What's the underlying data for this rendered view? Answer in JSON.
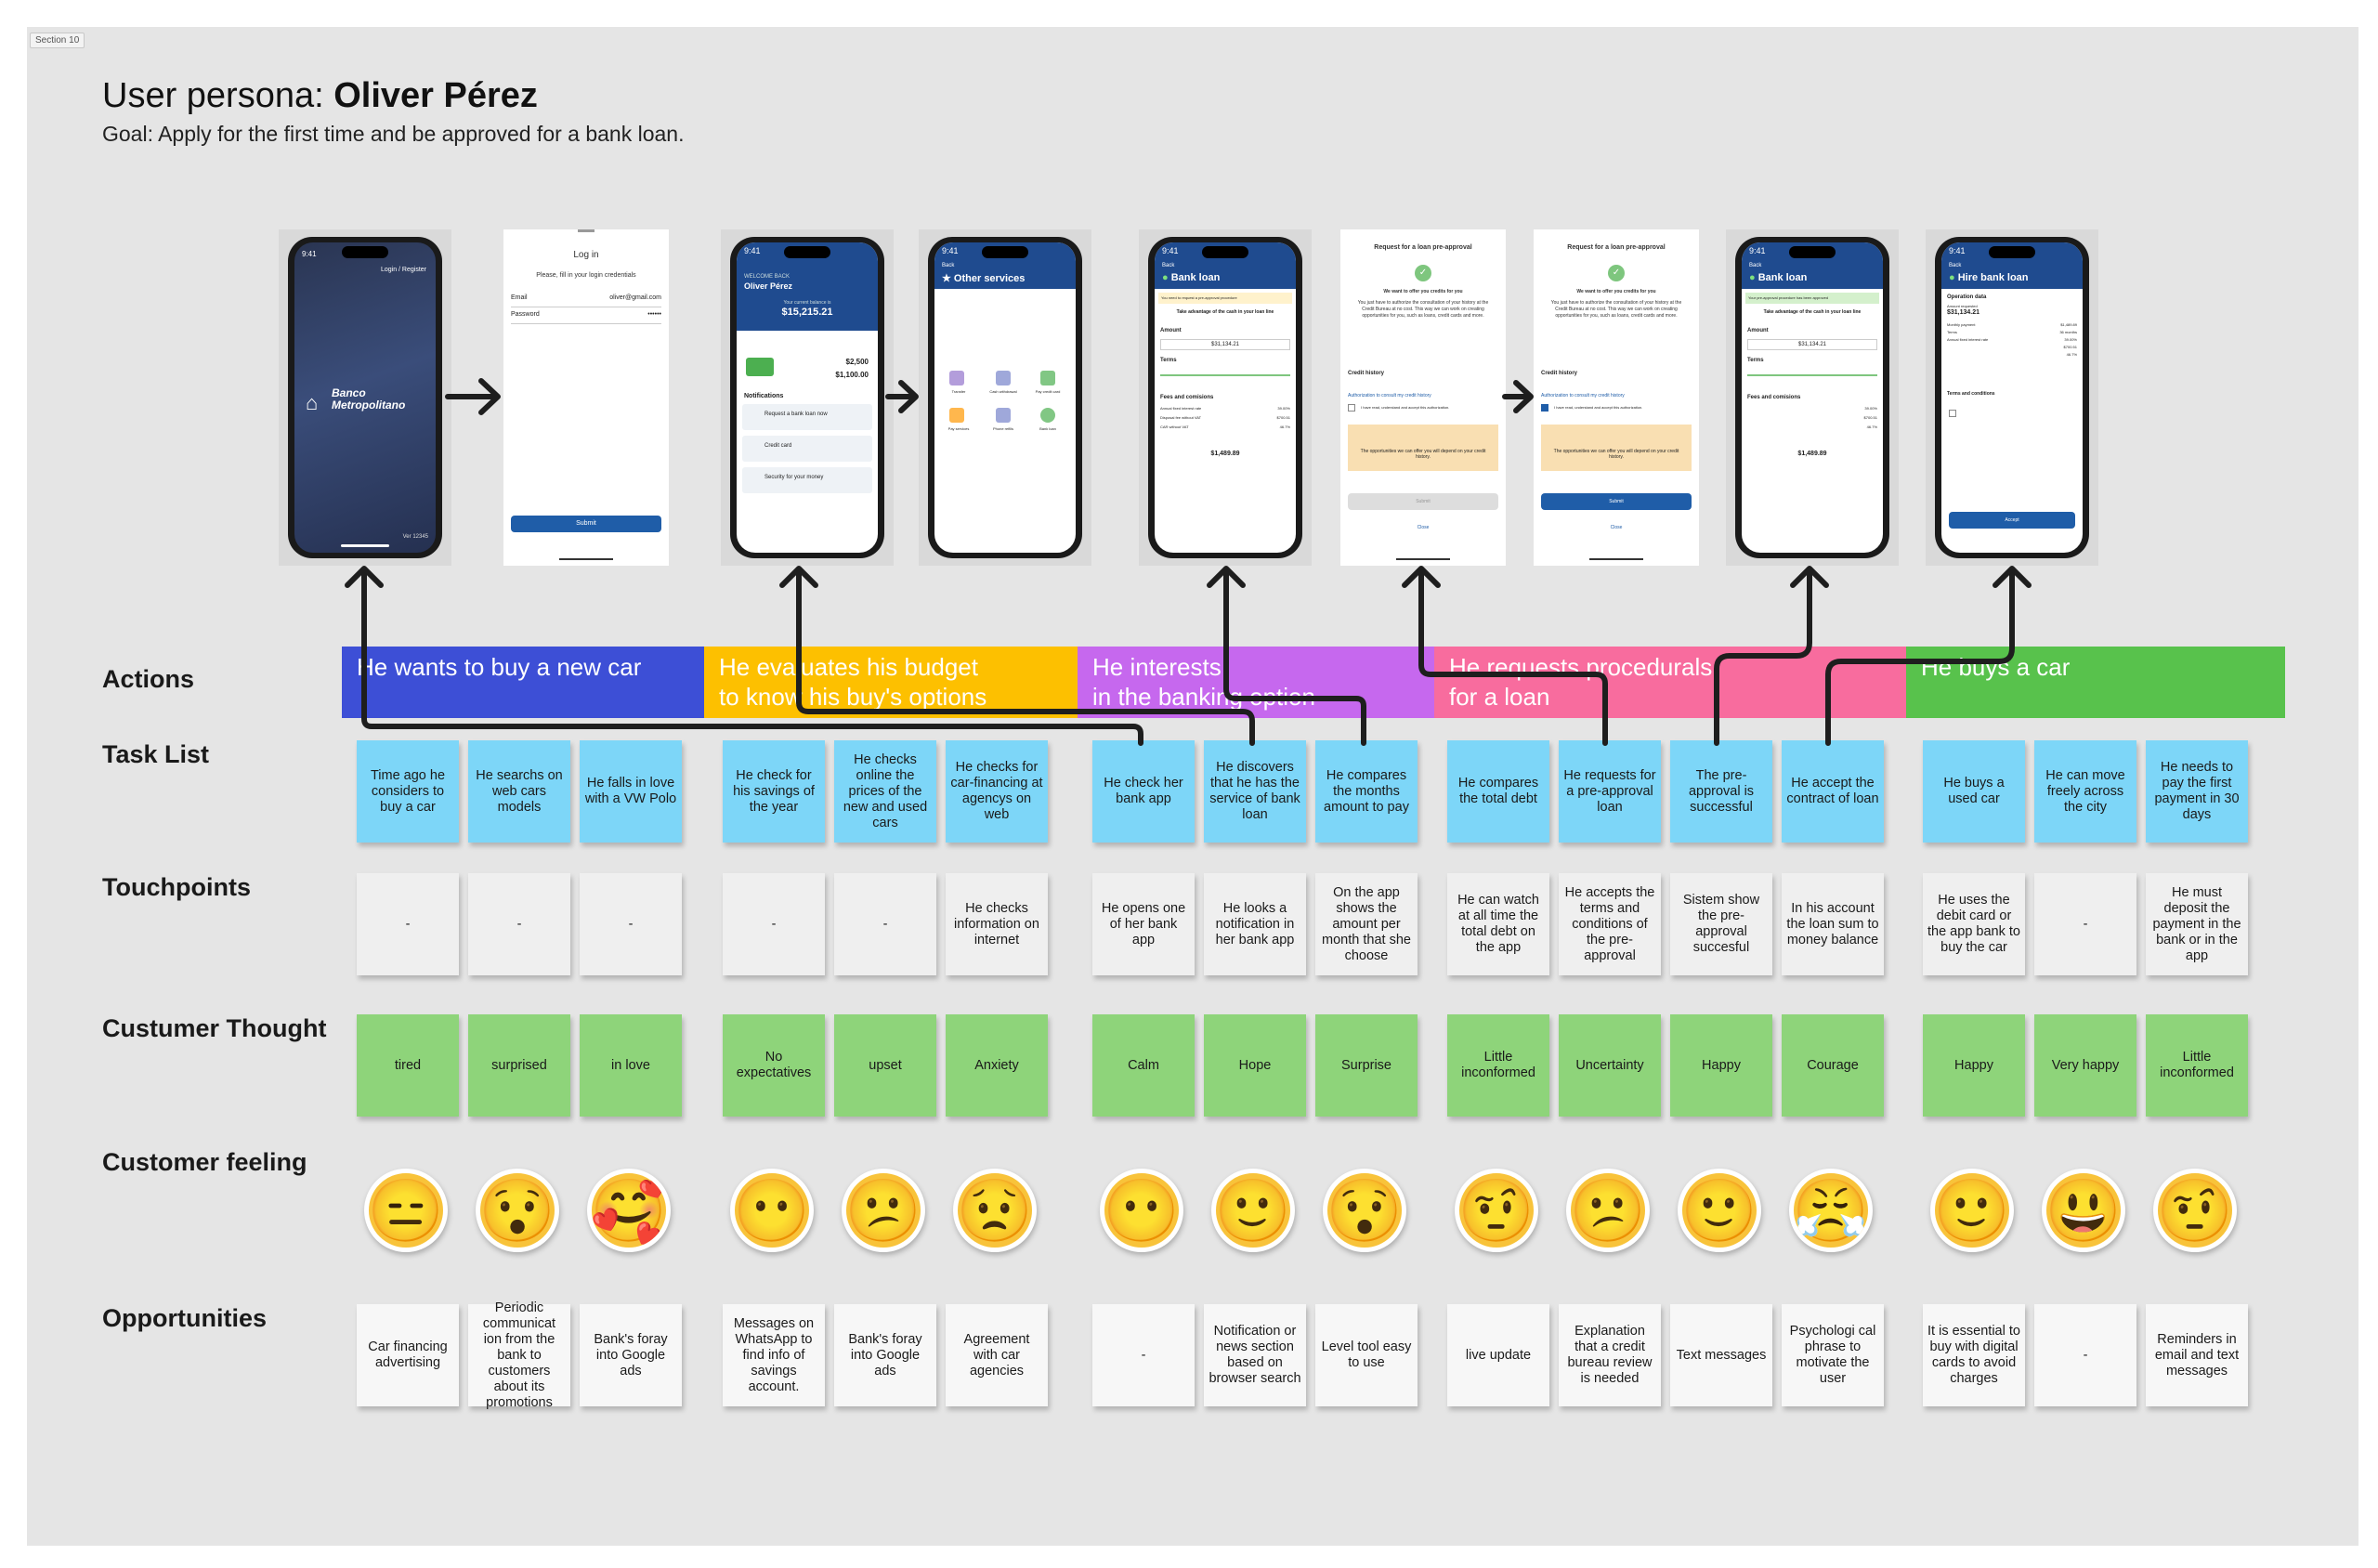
{
  "section_tag": "Section 10",
  "title": {
    "prefix": "User persona: ",
    "name": "Oliver Pérez"
  },
  "goal": "Goal: Apply for the first time and be approved for a bank loan.",
  "row_labels": {
    "actions": "Actions",
    "tasks": "Task List",
    "touchpoints": "Touchpoints",
    "thought": "Custumer Thought",
    "feeling": "Customer feeling",
    "opportunities": "Opportunities"
  },
  "colors": {
    "canvas": "#e5e5e5",
    "act_blue": "#3d4fd6",
    "act_yellow": "#fdc000",
    "act_purple": "#c668ee",
    "act_pink": "#f86c9e",
    "act_green": "#58c24c",
    "task": "#7dd6f8",
    "touch": "#efefef",
    "thought": "#8ed47a",
    "opp": "#f7f7f7",
    "bank_header": "#1f4b8f"
  },
  "actions": [
    {
      "line1": "He wants to buy a new car",
      "line2": ""
    },
    {
      "line1": "He evaluates his budget",
      "line2": "to know his buy's options"
    },
    {
      "line1": "He interests",
      "line2": "in the banking option"
    },
    {
      "line1": "He requests procedurals",
      "line2": "for a loan"
    },
    {
      "line1": "He buys a car",
      "line2": ""
    }
  ],
  "tasks": [
    "Time ago he considers to buy a car",
    "He searchs on web cars models",
    "He falls in love with a VW Polo",
    "He check for his savings of the year",
    "He checks online the prices of the new and used cars",
    "He checks for car-financing at agencys on web",
    "He check her bank app",
    "He discovers that he has the service of bank loan",
    "He compares the months amount to pay",
    "He compares the total debt",
    "He requests for a pre-approval loan",
    "The pre-approval is successful",
    "He accept the contract of loan",
    "He buys a used car",
    "He can move freely across the city",
    "He needs to pay the first payment in 30 days"
  ],
  "touchpoints": [
    "-",
    "-",
    "-",
    "-",
    "-",
    "He checks information on internet",
    "He opens one of her bank app",
    "He looks a notification in her bank app",
    "On the app shows the amount per month that she choose",
    "He can watch at all time the total debt on the app",
    "He accepts the terms and conditions of the pre-approval",
    "Sistem show the pre-approval succesful",
    "In his account the loan sum to money balance",
    "He uses the debit card or the app bank to buy the car",
    "-",
    "He must deposit the payment in the bank or in the app"
  ],
  "thoughts": [
    "tired",
    "surprised",
    "in love",
    "No expectatives",
    "upset",
    "Anxiety",
    "Calm",
    "Hope",
    "Surprise",
    "Little inconformed",
    "Uncertainty",
    "Happy",
    "Courage",
    "Happy",
    "Very happy",
    "Little inconformed"
  ],
  "feelings": [
    "expressionless-face-icon",
    "hushed-face-icon",
    "smiling-face-with-hearts-icon",
    "face-without-mouth-icon",
    "confused-face-icon",
    "worried-face-icon",
    "face-without-mouth-icon",
    "slightly-smiling-face-icon",
    "hushed-face-icon",
    "face-with-raised-eyebrow-icon",
    "confused-face-icon",
    "slightly-smiling-face-icon",
    "face-with-steam-icon",
    "slightly-smiling-face-icon",
    "grinning-face-icon",
    "face-with-raised-eyebrow-icon"
  ],
  "opportunities": [
    "Car financing advertising",
    "Periodic communicat ion from the bank to customers about its promotions",
    "Bank's foray into Google ads",
    "Messages on WhatsApp to find info of savings account.",
    "Bank's foray into Google ads",
    "Agreement with car agencies",
    "-",
    "Notification or news section based on browser search",
    "Level tool easy to use",
    "live update",
    "Explanation that a credit bureau review is needed",
    "Text messages",
    "Psychologi cal phrase to motivate the user",
    "It is essential to buy with digital cards to avoid charges",
    "-",
    "Reminders in email and text messages"
  ],
  "screens": {
    "s1": {
      "status": "9:41",
      "corner": "Login / Register",
      "brand1": "Banco",
      "brand2": "Metropolitano",
      "footer": "Ver 12345"
    },
    "s2": {
      "title": "Log in",
      "sub": "Please, fill in your login credentials",
      "email_label": "Email",
      "email_value": "oliver@gmail.com",
      "password_label": "Password",
      "password_value": "••••••",
      "button": "Submit"
    },
    "s3": {
      "status": "9:41",
      "welcome": "WELCOME BACK",
      "name": "Oliver Pérez",
      "balance_label": "Your current balance is",
      "balance": "$15,215.21",
      "limit1": "$2,500",
      "limit2": "$1,100.00",
      "notif": "Notifications",
      "n1": "Request a bank loan now",
      "n2": "Credit card",
      "n3": "Security for your money"
    },
    "s4": {
      "status": "9:41",
      "back": "Back",
      "title": "Other services",
      "i1": "Transfer",
      "i2": "Cash withdrawal",
      "i3": "Pay credit card",
      "i4": "Pay services",
      "i5": "Phone refills",
      "i6": "Bank loan"
    },
    "s5": {
      "status": "9:41",
      "back": "Back",
      "title": "Bank loan",
      "warn": "You need to request a pre-approval procedure",
      "lead": "Take advantage of the cash in your loan line",
      "amount": "Amount",
      "amount_v": "$31,134.21",
      "terms": "Terms",
      "fees": "Fees and comisions",
      "f1": "Annual fixed interest rate",
      "f1v": "39.00%",
      "f2": "Disposal fee without VAT",
      "f2v": "$700.51",
      "f3": "CAR without VAT",
      "f3v": "46.7%",
      "monthly": "$1,489.89"
    },
    "s6": {
      "title": "Request for a loan pre-approval",
      "want": "We want to offer you credits for you",
      "body": "You just have to authorize the consultation of your history at the Credit Bureau at no cost. This way we can work on creating opportunities for you, such as loans, credit cards and more.",
      "history": "Credit history",
      "link": "Authorization to consult my credit history",
      "check": "I have read, understand and accept this authorization.",
      "alert": "The opportunities we can offer you will depend on your credit history.",
      "submit": "Submit",
      "close": "Close"
    },
    "s7": {
      "title": "Request for a loan pre-approval",
      "want": "We want to offer you credits for you",
      "body": "You just have to authorize the consultation of your history at the Credit Bureau at no cost. This way we can work on creating opportunities for you, such as loans, credit cards and more.",
      "history": "Credit history",
      "link": "Authorization to consult my credit history",
      "check": "I have read, understand and accept this authorization.",
      "alert": "The opportunities we can offer you will depend on your credit history.",
      "submit": "Submit",
      "close": "Close"
    },
    "s8": {
      "status": "9:41",
      "back": "Back",
      "title": "Bank loan",
      "ok": "Your pre-approval procedure has been approved",
      "lead": "Take advantage of the cash in your loan line",
      "amount": "Amount",
      "amount_v": "$31,134.21",
      "terms": "Terms",
      "fees": "Fees and comisions",
      "f1v": "39.00%",
      "f2v": "$700.51",
      "f3v": "46.7%",
      "monthly": "$1,489.89"
    },
    "s9": {
      "status": "9:41",
      "back": "Back",
      "title": "Hire bank loan",
      "op": "Operation data",
      "req": "Amount requested",
      "req_v": "$31,134.21",
      "mp": "Monthly payment",
      "mp_v": "$1,489.89",
      "term": "Terms",
      "term_v": "36 months",
      "rate": "Annual fixed interest rate",
      "rate_v": "39.00%",
      "fee_v": "$700.51",
      "car_v": "46.7%",
      "tc": "Terms and conditions",
      "btn": "Accept"
    }
  }
}
